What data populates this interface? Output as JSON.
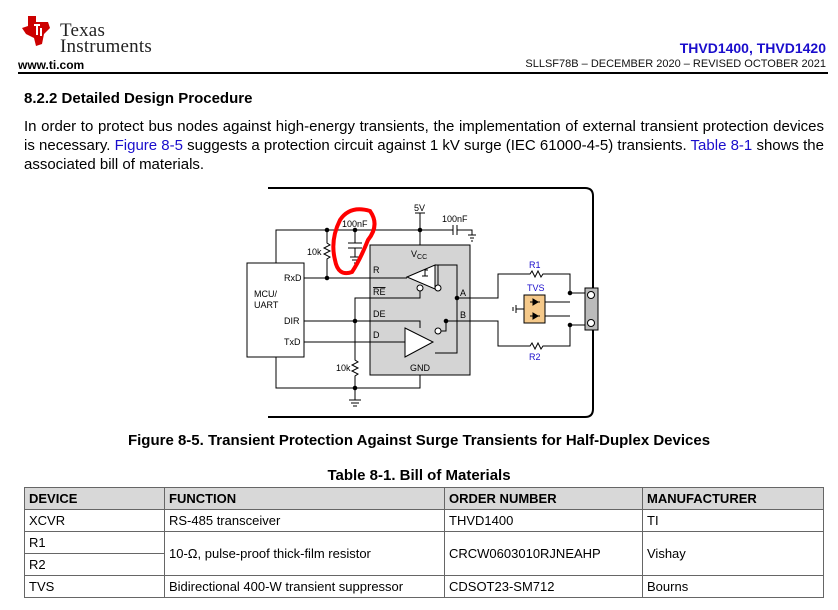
{
  "header": {
    "logo_line1": "Texas",
    "logo_line2": "Instruments",
    "url": "www.ti.com",
    "doc_title": "THVD1400, THVD1420",
    "doc_revision": "SLLSF78B – DECEMBER 2020 – REVISED OCTOBER 2021"
  },
  "section": {
    "heading": "8.2.2 Detailed Design Procedure",
    "p1": "In order to protect bus nodes against high-energy transients, the implementation of external transient protection devices is necessary. ",
    "link1": "Figure 8-5",
    "p2": " suggests a protection circuit against 1 kV surge (IEC 61000-4-5) transients. ",
    "link2": "Table 8-1",
    "p3": " shows the associated bill of materials."
  },
  "figure": {
    "labels": {
      "mcu1": "MCU/",
      "mcu2": "UART",
      "rxd": "RxD",
      "dir": "DIR",
      "txd": "TxD",
      "v5": "5V",
      "cap1": "100nF",
      "cap2": "100nF",
      "r10k_top": "10k",
      "r10k_bot": "10k",
      "vcc": "V",
      "vcc_sub": "CC",
      "gnd": "GND",
      "r": "R",
      "re": "RE",
      "de": "DE",
      "d": "D",
      "a": "A",
      "b": "B",
      "r1": "R1",
      "r2": "R2",
      "tvs": "TVS"
    },
    "caption": "Figure 8-5. Transient Protection Against Surge Transients for Half-Duplex Devices"
  },
  "table": {
    "caption": "Table 8-1. Bill of Materials",
    "headers": [
      "DEVICE",
      "FUNCTION",
      "ORDER NUMBER",
      "MANUFACTURER"
    ],
    "rows": [
      [
        "XCVR",
        "RS-485 transceiver",
        "THVD1400",
        "TI"
      ],
      [
        "R1",
        "10-Ω, pulse-proof thick-film resistor",
        "CRCW0603010RJNEAHP",
        "Vishay"
      ],
      [
        "R2"
      ],
      [
        "TVS",
        "Bidirectional 400-W transient suppressor",
        "CDSOT23-SM712",
        "Bourns"
      ]
    ]
  },
  "colors": {
    "ti_red": "#cc0000",
    "link_blue": "#1a0dcc",
    "annotation_red": "#ff0000",
    "tvs_orange": "#f5c98a",
    "ic_gray": "#d4d4d4"
  }
}
